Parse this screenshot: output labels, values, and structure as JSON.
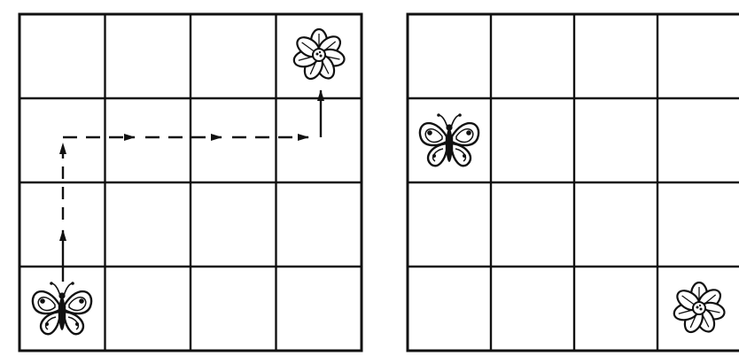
{
  "panels": [
    {
      "id": "left",
      "rows": 4,
      "cols": 4,
      "has_path": true,
      "items": [
        {
          "kind": "flower",
          "row": 0,
          "col": 3
        },
        {
          "kind": "butterfly",
          "row": 3,
          "col": 0
        }
      ]
    },
    {
      "id": "right",
      "rows": 4,
      "cols": 4,
      "has_path": false,
      "items": [
        {
          "kind": "butterfly",
          "row": 1,
          "col": 0
        },
        {
          "kind": "flower",
          "row": 3,
          "col": 3
        }
      ]
    }
  ],
  "colors": {
    "line": "#111111",
    "background": "#ffffff"
  }
}
